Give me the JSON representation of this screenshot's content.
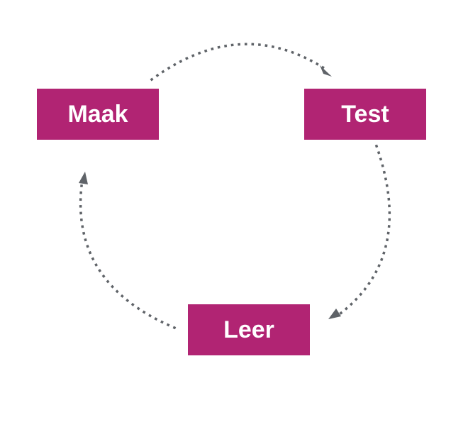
{
  "diagram": {
    "type": "cycle",
    "colors": {
      "box": "#b12473",
      "box_text": "#ffffff",
      "arrow": "#5f6368"
    },
    "nodes": [
      {
        "id": "maak",
        "label": "Maak"
      },
      {
        "id": "test",
        "label": "Test"
      },
      {
        "id": "leer",
        "label": "Leer"
      }
    ],
    "edges": [
      {
        "from": "maak",
        "to": "test",
        "style": "dotted"
      },
      {
        "from": "test",
        "to": "leer",
        "style": "dotted"
      },
      {
        "from": "leer",
        "to": "maak",
        "style": "dotted"
      }
    ]
  }
}
